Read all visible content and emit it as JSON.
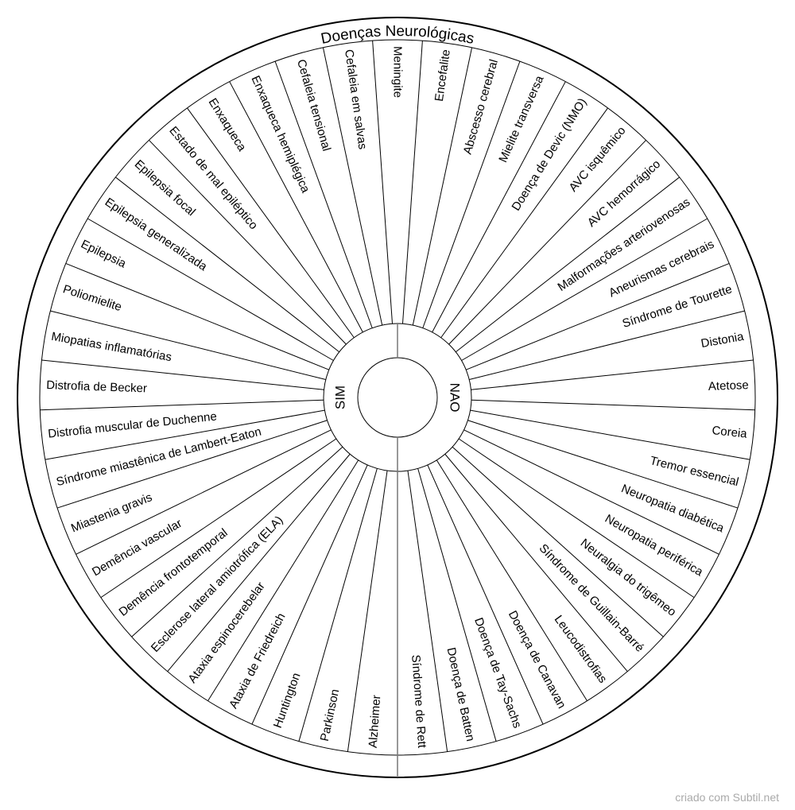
{
  "title": "Doenças Neurológicas",
  "sides": {
    "sim": "SIM",
    "nao": "NAO"
  },
  "labels_clockwise_from_top": [
    "Meningite",
    "Encefalite",
    "Abscesso cerebral",
    "Mielite transversa",
    "Doença de Devic (NMO)",
    "AVC isquêmico",
    "AVC hemorrágico",
    "Malformações arteriovenosas",
    "Aneurismas cerebrais",
    "Síndrome de Tourette",
    "Distonia",
    "Atetose",
    "Coreia",
    "Tremor essencial",
    "Neuropatia diabética",
    "Neuropatia periférica",
    "Neuralgia do trigêmeo",
    "Síndrome de Guillain-Barré",
    "Leucodistrofias",
    "Doença de Canavan",
    "Doença de Tay-Sachs",
    "Doença de Batten",
    "Síndrome de Rett",
    "Alzheimer",
    "Parkinson",
    "Huntington",
    "Ataxia de Friedreich",
    "Ataxia espinocerebelar",
    "Esclerose lateral amiotrófica (ELA)",
    "Demência frontotemporal",
    "Demência vascular",
    "Miastenia gravis",
    "Síndrome miastênica de Lambert-Eaton",
    "Distrofia muscular de Duchenne",
    "Distrofia de Becker",
    "Miopatias inflamatórias",
    "Poliomielite",
    "Epilepsia",
    "Epilepsia generalizada",
    "Epilepsia focal",
    "Estado de mal epiléptico",
    "Enxaqueca",
    "Enxaqueca hemiplégica",
    "Cefaleia tensional",
    "Cefaleia em salvas"
  ],
  "watermark": "criado com Subtil.net",
  "colors": {
    "line": "#000000",
    "divider": "#777777",
    "watermark": "#aaaaaa"
  }
}
